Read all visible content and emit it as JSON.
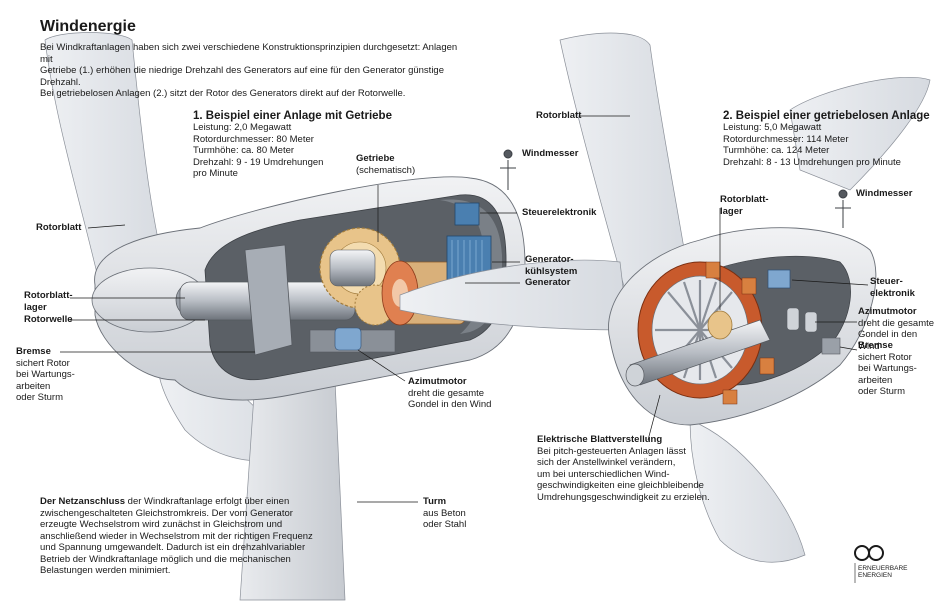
{
  "title": "Windenergie",
  "intro": [
    "Bei Windkraftanlagen haben sich zwei verschiedene Konstruktionsprinzipien durchgesetzt: Anlagen mit",
    "Getriebe (1.) erhöhen die niedrige Drehzahl des Generators auf eine für den Generator günstige Drehzahl.",
    "Bei getriebelosen Anlagen (2.) sitzt der Rotor des Generators direkt auf der Rotorwelle."
  ],
  "example1": {
    "heading": "1. Beispiel einer Anlage mit Getriebe",
    "specs": [
      "Leistung: 2,0 Megawatt",
      "Rotordurchmesser: 80 Meter",
      "Turmhöhe: ca. 80 Meter",
      "Drehzahl: 9 - 19 Umdrehungen",
      "pro Minute"
    ]
  },
  "example2": {
    "heading": "2. Beispiel einer getriebelosen Anlage",
    "specs": [
      "Leistung: 5,0 Megawatt",
      "Rotordurchmesser: 114 Meter",
      "Turmhöhe: ca. 124 Meter",
      "Drehzahl: 8 - 13 Umdrehungen pro Minute"
    ]
  },
  "labels": {
    "rotorblatt_left": "Rotorblatt",
    "rotorblatt_top": "Rotorblatt",
    "rotorblattlager_left": [
      "Rotorblatt-",
      "lager"
    ],
    "rotorwelle": "Rotorwelle",
    "bremse_left": {
      "title": "Bremse",
      "desc": [
        "sichert Rotor",
        "bei Wartungs-",
        "arbeiten",
        "oder Sturm"
      ]
    },
    "getriebe": {
      "title": "Getriebe",
      "desc": "(schematisch)"
    },
    "windmesser_1": "Windmesser",
    "steuerelektronik_1": "Steuerelektronik",
    "generatorkuehlsystem": [
      "Generator-",
      "kühlsystem"
    ],
    "generator": "Generator",
    "azimutmotor_1": {
      "title": "Azimutmotor",
      "desc": [
        "dreht die gesamte",
        "Gondel in den Wind"
      ]
    },
    "rotorblattlager_right": [
      "Rotorblatt-",
      "lager"
    ],
    "windmesser_2": "Windmesser",
    "steuerelektronik_2": [
      "Steuer-",
      "elektronik"
    ],
    "azimutmotor_2": {
      "title": "Azimutmotor",
      "desc": [
        "dreht die gesamte",
        "Gondel in den Wind"
      ]
    },
    "bremse_right": {
      "title": "Bremse",
      "desc": [
        "sichert Rotor",
        "bei Wartungs-",
        "arbeiten",
        "oder Sturm"
      ]
    },
    "blattverstellung": {
      "title": "Elektrische Blattverstellung",
      "desc": [
        "Bei pitch-gesteuerten Anlagen lässt",
        "sich der Anstellwinkel verändern,",
        "um bei unterschiedlichen Wind-",
        "geschwindigkeiten eine gleichbleibende",
        "Umdrehungsgeschwindigkeit zu erzielen."
      ]
    },
    "turm": {
      "title": "Turm",
      "desc": [
        "aus Beton",
        "oder Stahl"
      ]
    }
  },
  "netz": {
    "bold": "Der Netzanschluss",
    "first_rest": " der Windkraftanlage erfolgt über einen",
    "lines": [
      "zwischengeschalteten Gleichstromkreis. Der vom Generator",
      "erzeugte Wechselstrom wird zunächst in Gleichstrom und",
      "anschließend wieder in Wechselstrom mit der richtigen Frequenz",
      "und Spannung umgewandelt. Dadurch ist ein drehzahlvariabler",
      "Betrieb der Windkraftanlage möglich und die mechanischen",
      "Belastungen werden minimiert."
    ]
  },
  "logo": {
    "line1": "ERNEUERBARE",
    "line2": "ENERGIEN"
  },
  "colors": {
    "housing": "#e4e6ea",
    "interior": "#5b6066",
    "copper": "#c85a2c",
    "gear": "#e8c48a",
    "steel": "#9aa0a8",
    "blue_box": "#4a7fb0"
  }
}
